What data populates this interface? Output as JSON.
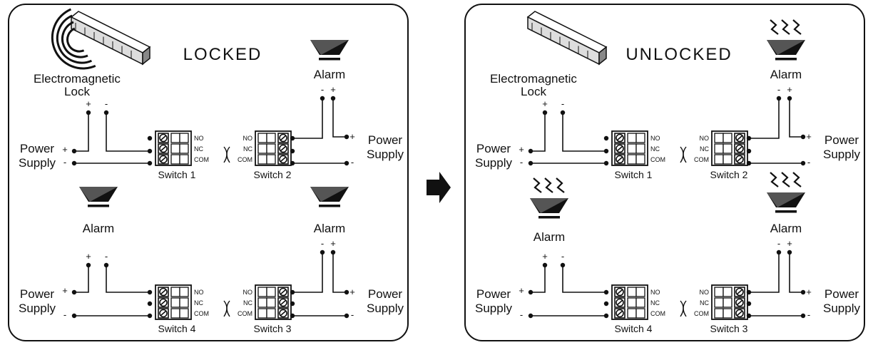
{
  "panels": [
    {
      "id": "locked",
      "state_label": "LOCKED",
      "lock_label": [
        "Electromagnetic",
        "Lock"
      ],
      "alarm_label": "Alarm",
      "power_label": [
        "Power",
        "Supply"
      ],
      "switch_labels": [
        "Switch 1",
        "Switch 2",
        "Switch 3",
        "Switch 4"
      ],
      "terminal_labels": [
        "NO",
        "NC",
        "COM"
      ],
      "polarity": {
        "plus": "+",
        "minus": "-"
      },
      "alarms_sounding": false
    },
    {
      "id": "unlocked",
      "state_label": "UNLOCKED",
      "lock_label": [
        "Electromagnetic",
        "Lock"
      ],
      "alarm_label": "Alarm",
      "power_label": [
        "Power",
        "Supply"
      ],
      "switch_labels": [
        "Switch 1",
        "Switch 2",
        "Switch 3",
        "Switch 4"
      ],
      "terminal_labels": [
        "NO",
        "NC",
        "COM"
      ],
      "polarity": {
        "plus": "+",
        "minus": "-"
      },
      "alarms_sounding": true
    }
  ],
  "transition_icon": "arrow-right-icon",
  "colors": {
    "line": "#111111",
    "background": "#ffffff"
  }
}
